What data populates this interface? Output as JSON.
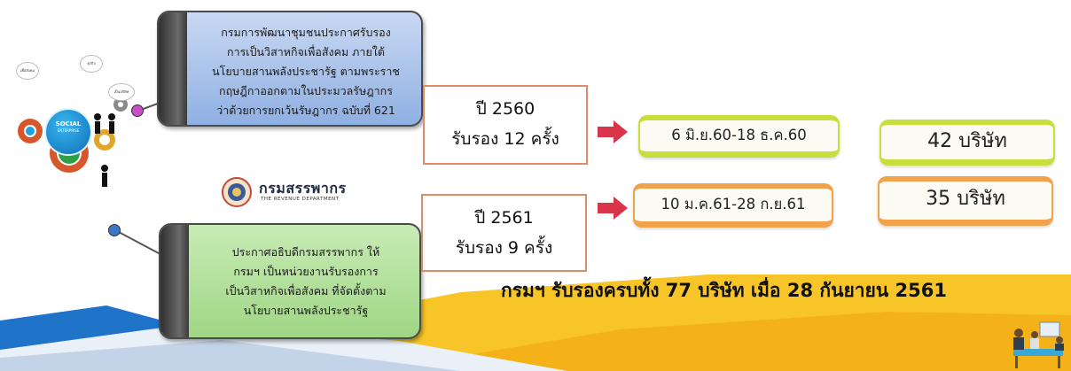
{
  "callouts": {
    "top": {
      "lines": [
        "กรมการพัฒนาชุมชนประกาศรับรอง",
        "การเป็นวิสาหกิจเพื่อสังคม ภายใต้",
        "นโยบายสานพลังประชารัฐ ตามพระราช",
        "กฤษฎีกาออกตามในประมวลรัษฎากร",
        "ว่าด้วยการยกเว้นรัษฎากร ฉบับที่ 621"
      ]
    },
    "bottom": {
      "lines": [
        "ประกาศอธิบดีกรมสรรพากร ให้",
        "กรมฯ เป็นหน่วยงานรับรองการ",
        "เป็นวิสาหกิจเพื่อสังคม ที่จัดตั้งตาม",
        "นโยบายสานพลังประชารัฐ"
      ]
    }
  },
  "years": [
    {
      "year": "ปี 2560",
      "certified": "รับรอง 12 ครั้ง",
      "period": "6 มิ.ย.60-18 ธ.ค.60",
      "companies": "42 บริษัท"
    },
    {
      "year": "ปี 2561",
      "certified": "รับรอง 9 ครั้ง",
      "period": "10 ม.ค.61-28 ก.ย.61",
      "companies": "35 บริษัท"
    }
  ],
  "summary": "กรมฯ รับรองครบทั้ง 77 บริษัท เมื่อ 28 กันยายน 2561",
  "revenue_department": {
    "name_th": "กรมสรรพากร",
    "name_en": "THE REVENUE DEPARTMENT"
  },
  "social_enterprise": {
    "word1": "SOCIAL",
    "word2": "ENTERPRISE",
    "bubbles": [
      "เพื่อสังคม",
      "ธุรกิจ",
      "เป็นบริษัท"
    ]
  },
  "colors": {
    "top_callout": "#8fb0e3",
    "bottom_callout": "#9fd684",
    "year_border": "#e08a6a",
    "arrow": "#d9344a",
    "pill_green": "#c8de3a",
    "pill_orange": "#f1a24b",
    "band_blue": "#1f73c8",
    "band_yellow": "#f7c21b"
  }
}
